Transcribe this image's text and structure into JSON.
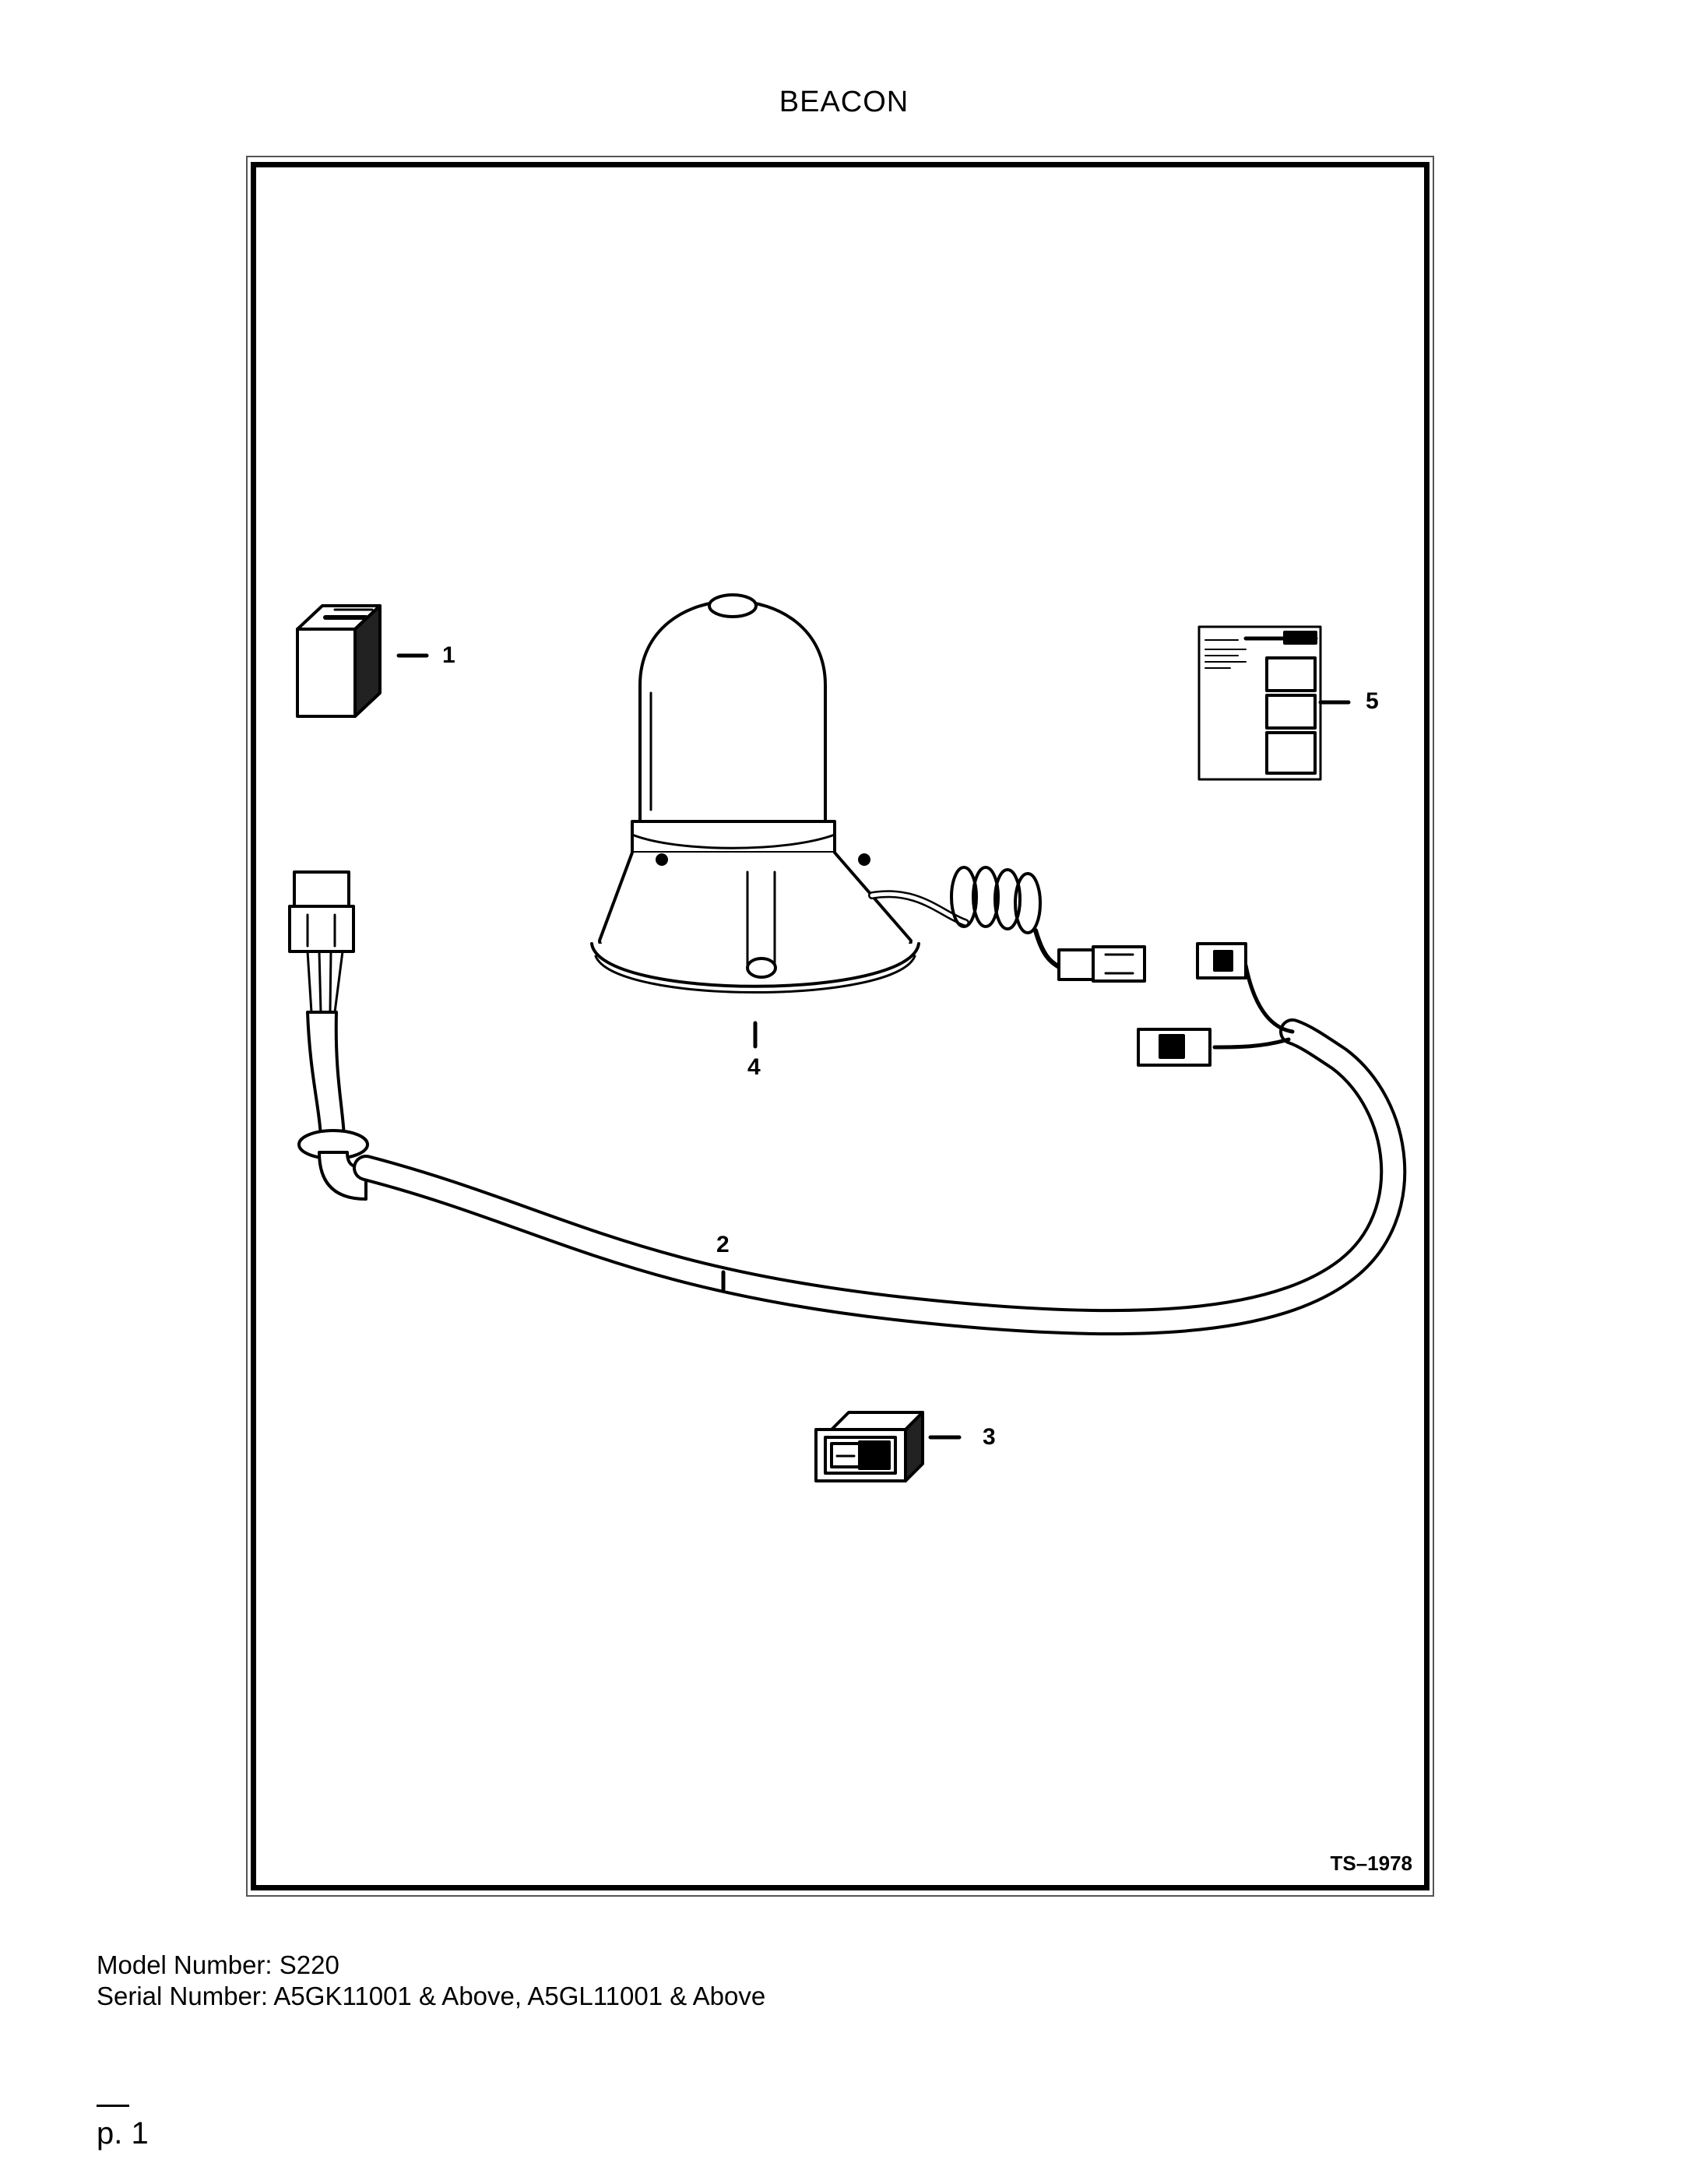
{
  "title": "BEACON",
  "callouts": {
    "c1": "1",
    "c2": "2",
    "c3": "3",
    "c4": "4",
    "c5": "5"
  },
  "drawing_ref": "TS–1978",
  "model_line": "Model Number: S220",
  "serial_line": "Serial Number: A5GK11001 & Above, A5GL11001 & Above",
  "page_label": "p. 1"
}
